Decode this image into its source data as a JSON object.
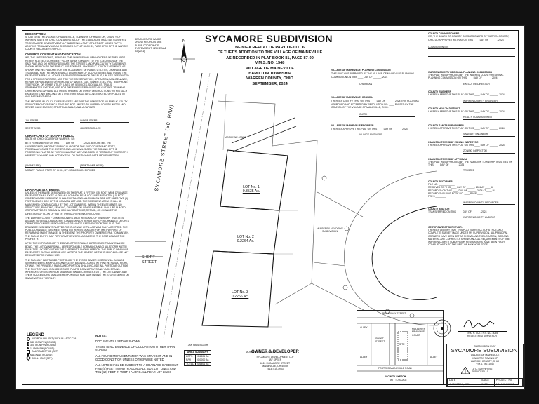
{
  "header": {
    "title": "SYCAMORE SUBDIVISION",
    "lines": [
      "BEING A REPLAT OF PART OF LOT 6",
      "OF TUFT'S ADDITION TO THE VILLAGE OF MAINEVILLE",
      "AS RECORDED IN PLAT BOOK 81, PAGE 87-90",
      "V.M.S. No. 1548",
      "VILLAGE OF MAINEVILLE",
      "HAMILTON TOWNSHIP",
      "WARREN COUNTY, OHIO",
      "SEPTEMBER, 2024"
    ]
  },
  "left_column": {
    "desc_heading": "DESCRIPTION:",
    "owners_heading": "OWNER'S CONSENT AND DEDICATION:",
    "sig_labels": [
      "JAY SPEER",
      "WAYNE SPEER",
      "SCOTT BESS",
      "JIM DESSMOLLER"
    ],
    "ack_heading": "CERTIFICATE OF NOTARY PUBLIC",
    "ack_sub": "STATE OF OHIO, COUNTY OF WARREN, SS:",
    "notary_labels": [
      "(SIGNATURE)",
      "(PRINT NAME HERE)"
    ],
    "notary_footer": "NOTARY PUBLIC STATE OF OHIO, MY COMMISSION EXPIRES",
    "drainage_heading": "DRAINAGE STATEMENT:"
  },
  "legend": {
    "heading": "LEGEND",
    "items": [
      "5/8\" IRON PIN (SET) WITH PLASTIC CAP",
      "5/8\" IRON PIN (FOUND)",
      "3/4\" IRON PIN (FOUND)",
      "1\" IRON PIN (FOUND)",
      "RAILROAD SPIKE (SET)",
      "MAG NAIL (FOUND)",
      "DRILL HOLE (SET)"
    ]
  },
  "notes": {
    "heading": "NOTES:",
    "items": [
      "DOCUMENTS USED AS SHOWN",
      "THERE IS NO EVIDENCE OF OCCUPATION OTHER THAN SHOWN",
      "ALL FOUND MONUMENTATION WAS STRAIGHT AND IN GOOD CONDITION UNLESS OTHERWISE NOTED",
      "ALL LOTS SHALL BE SUBJECT TO A DRAINAGE EASEMENT FIVE (5) FEET IN WIDTH ALONG ALL SIDE LOT LINES AND TEN (10) FEET IN WIDTH ALONG ALL REAR LOT LINES"
    ]
  },
  "area_summary": {
    "heading": "AREA SUMMARY",
    "rows": [
      [
        "LOTS",
        "0.6801 Ac."
      ],
      [
        "R/W",
        "0.0000 Ac."
      ],
      [
        "TOTAL",
        "0.6801 Ac."
      ]
    ]
  },
  "owner": {
    "heading": "OWNER & DEVELOPER",
    "lines": [
      "SYCAMORE DEVELOPMENT LLP",
      "JAY SPEER",
      "6124 SYCAMORE STREET",
      "MAINEVILLE, OH 45039",
      "(513) 515-1953"
    ]
  },
  "map": {
    "street_main": "SYCAMORE STREET (50' R/W)",
    "street_short": "SHORT STREET",
    "lots": [
      {
        "name": "LOT No. 1",
        "area": "0.3535 Ac."
      },
      {
        "name": "LOT No. 2",
        "area": "0.2264 Ac."
      },
      {
        "name": "LOT No. 3",
        "area": "0.2266 Ac."
      }
    ],
    "adjoiners": [
      "ADRIENNE JONES",
      "MULBERRY MEADOWS SUBDIVISION",
      "MOSES TUFT'S ADDITION",
      "JAN PAUL BOZEH"
    ]
  },
  "vicinity": {
    "heading": "VICINITY SKETCH",
    "scale": "NOT TO SCALE",
    "labels": [
      "BROADWAY STREET",
      "ALLEY",
      "MULBERRY MEADOWS COURT",
      "SHORT STREET",
      "SITE",
      "ALLEY",
      "ALLEY",
      "FOSTERS-MAINEVILLE ROAD"
    ]
  },
  "right_column": {
    "commissioners": "COUNTY COMMISSIONERS",
    "planning": "WARREN COUNTY REGIONAL PLANNING COMMISSION",
    "engineer": "COUNTY ENGINEER",
    "health": "COUNTY HEALTH DISTRICT",
    "sanitary": "COUNTY SANITARY ENGINEER",
    "zoning": "HAMILTON TOWNSHIP ZONING INSPECTOR",
    "trustees": "HAMILTON TOWNSHIP APPROVAL",
    "recorder": "COUNTY RECORDER",
    "auditor": "COUNTY AUDITOR",
    "surveyor_heading": "CERTIFICATE OF SURVEYOR:",
    "surveyor_name": "ERIC N. LUTZ P.S. NO. 8055",
    "surveyor_title": "REGISTERED SURVEYOR"
  },
  "village": {
    "planning": "VILLAGE OF MAINEVILLE, PLANNING COMMISSION",
    "council": "VILLAGE OF MAINEVILLE, COUNCIL",
    "engineer": "VILLAGE OF MAINEVILLE ENGINEER"
  },
  "title_block": {
    "kind": "SUBDIVISION PLAT",
    "name": "SYCAMORE SUBDIVISION,",
    "lines": [
      "VILLAGE OF MAINEVILLE",
      "HAMILTON TOWNSHIP",
      "WARREN COUNTY, OHIO",
      "V.M.S. No. 1548"
    ],
    "firm": "LUTZ SURVEYING SERVICES LLC",
    "headers": [
      "DATE",
      "SCALE",
      "PROJECT No."
    ],
    "values": [
      "AUGUST 16, 2024",
      "1\"=30'",
      "MM-186468KBT"
    ]
  }
}
